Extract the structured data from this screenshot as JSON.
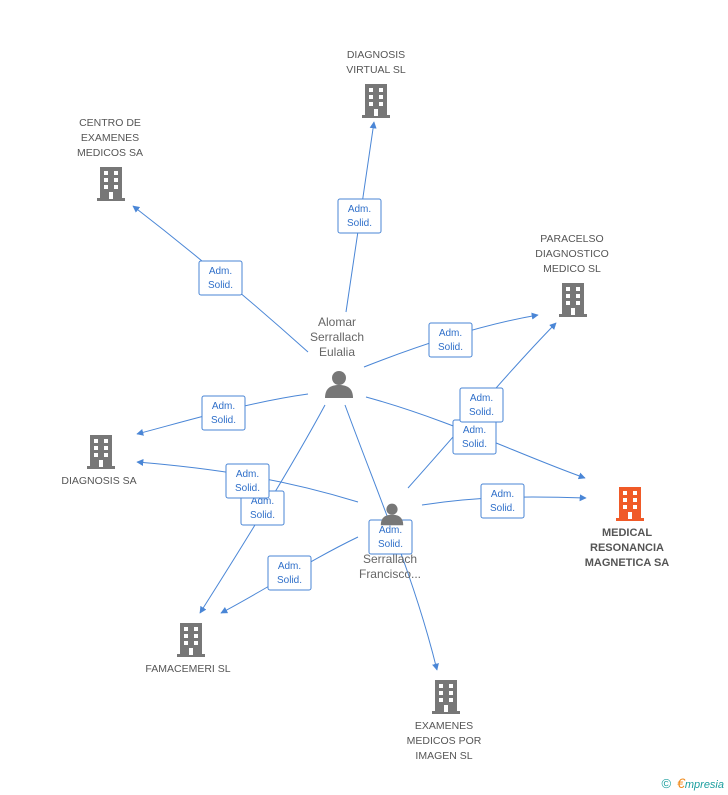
{
  "colors": {
    "edge": "#4a86d6",
    "company": "#777777",
    "highlight": "#f05a28",
    "person": "#777777"
  },
  "persons": {
    "alomar": {
      "lines": [
        "Alomar",
        "Serrallach",
        "Eulalia"
      ],
      "icon": "person-icon"
    },
    "serrallach": {
      "lines": [
        "Serrallach",
        "Francisco..."
      ],
      "icon": "person-icon"
    }
  },
  "companies": {
    "diagnosis_virtual": {
      "lines": [
        "DIAGNOSIS",
        "VIRTUAL SL"
      ],
      "icon": "building-icon"
    },
    "centro_examenes": {
      "lines": [
        "CENTRO DE",
        "EXAMENES",
        "MEDICOS SA"
      ],
      "icon": "building-icon"
    },
    "paracelso": {
      "lines": [
        "PARACELSO",
        "DIAGNOSTICO",
        "MEDICO  SL"
      ],
      "icon": "building-icon"
    },
    "diagnosis_sa": {
      "lines": [
        "DIAGNOSIS SA"
      ],
      "icon": "building-icon"
    },
    "medical_resonancia": {
      "lines": [
        "MEDICAL",
        "RESONANCIA",
        "MAGNETICA SA"
      ],
      "icon": "building-icon"
    },
    "famacemeri": {
      "lines": [
        "FAMACEMERI SL"
      ],
      "icon": "building-icon"
    },
    "examenes_imagen": {
      "lines": [
        "EXAMENES",
        "MEDICOS POR",
        "IMAGEN SL"
      ],
      "icon": "building-icon"
    }
  },
  "relations": [
    {
      "from": "alomar",
      "to": "diagnosis_virtual",
      "label": [
        "Adm.",
        "Solid."
      ]
    },
    {
      "from": "alomar",
      "to": "centro_examenes",
      "label": [
        "Adm.",
        "Solid."
      ]
    },
    {
      "from": "alomar",
      "to": "paracelso",
      "label": [
        "Adm.",
        "Solid."
      ]
    },
    {
      "from": "alomar",
      "to": "diagnosis_sa",
      "label": [
        "Adm.",
        "Solid."
      ]
    },
    {
      "from": "alomar",
      "to": "medical_resonancia",
      "label": [
        "Adm.",
        "Solid."
      ]
    },
    {
      "from": "alomar",
      "to": "famacemeri",
      "label": [
        "Adm.",
        "Solid."
      ]
    },
    {
      "from": "alomar",
      "to": "examenes_imagen",
      "label": [
        "Adm.",
        "Solid."
      ]
    },
    {
      "from": "serrallach",
      "to": "paracelso",
      "label": [
        "Adm.",
        "Solid."
      ]
    },
    {
      "from": "serrallach",
      "to": "diagnosis_sa",
      "label": [
        "Adm.",
        "Solid."
      ]
    },
    {
      "from": "serrallach",
      "to": "medical_resonancia",
      "label": [
        "Adm.",
        "Solid."
      ]
    },
    {
      "from": "serrallach",
      "to": "famacemeri",
      "label": [
        "Adm.",
        "Solid."
      ]
    }
  ],
  "footer": {
    "copyright_symbol": "©",
    "brand_initial": "€",
    "brand_rest": "mpresia"
  }
}
